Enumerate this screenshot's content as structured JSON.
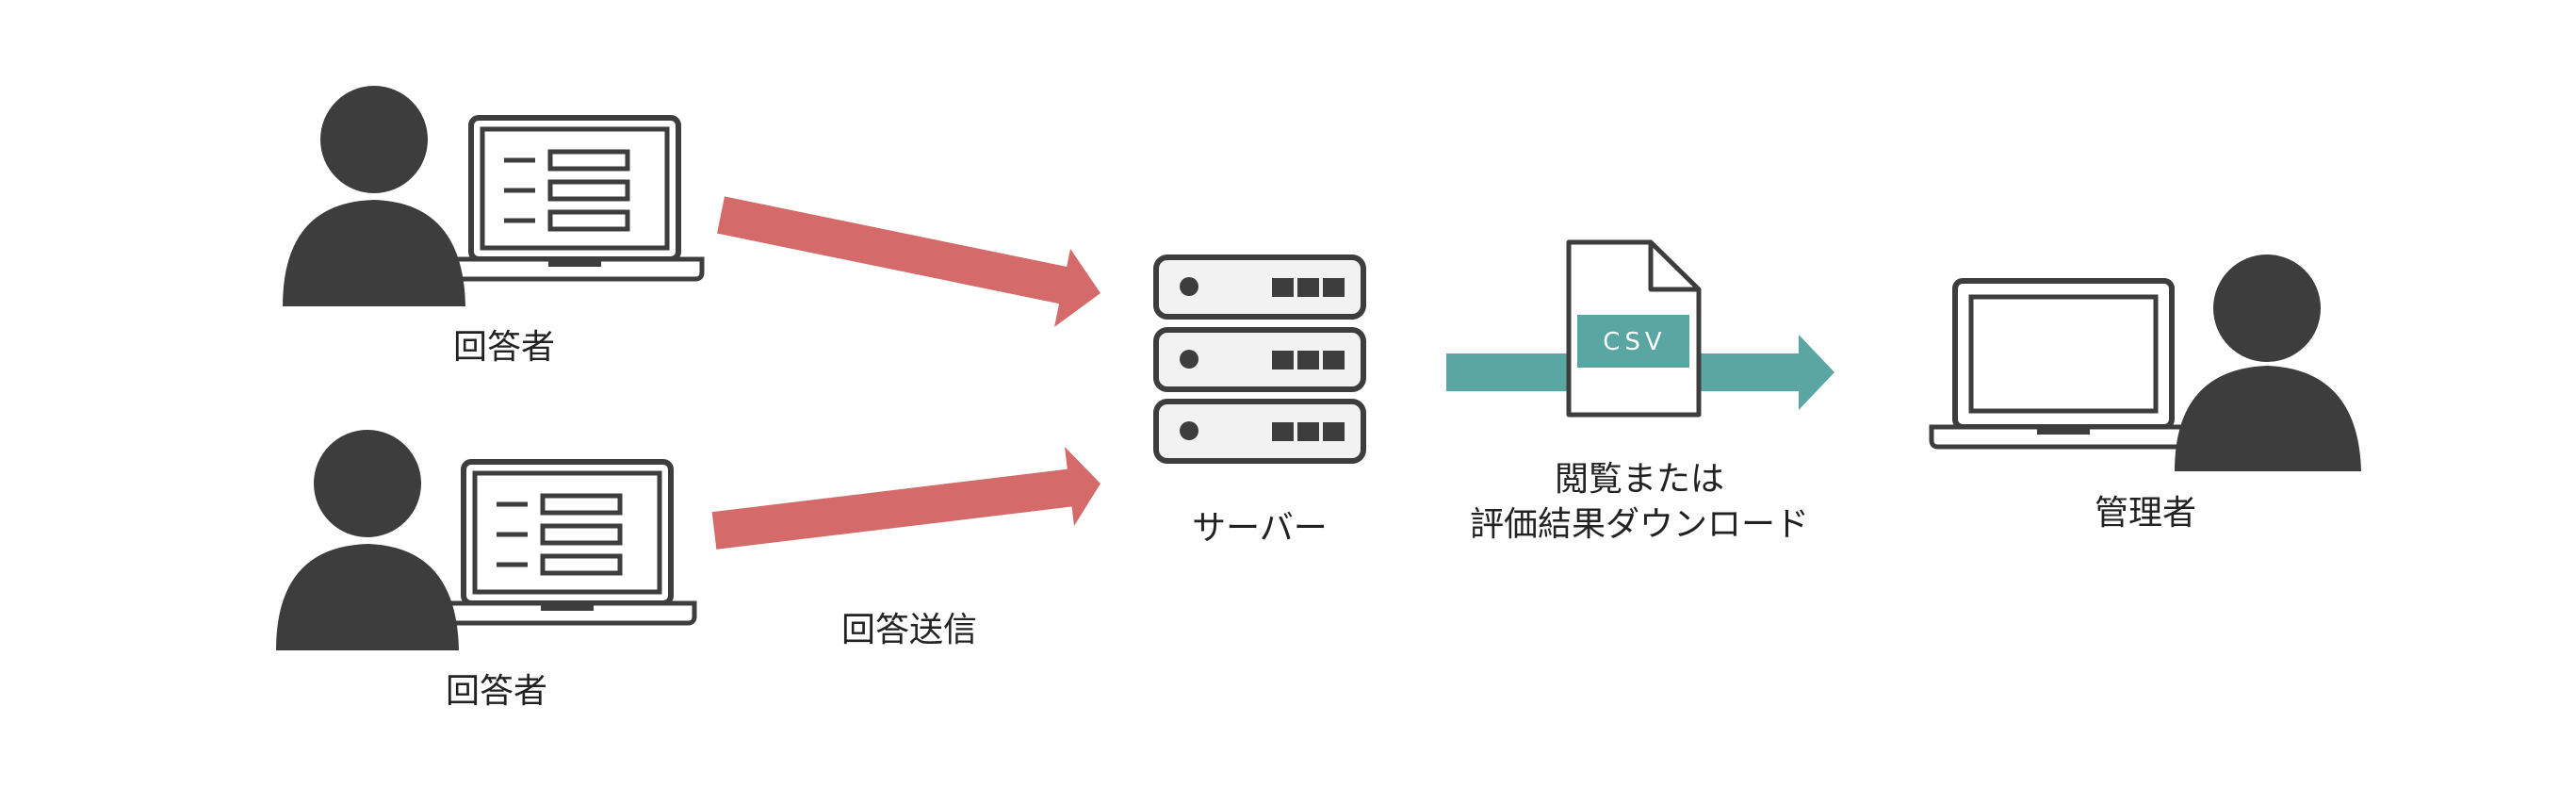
{
  "labels": {
    "respondent_top": "回答者",
    "respondent_bottom": "回答者",
    "submit": "回答送信",
    "server": "サーバー",
    "download_line1": "閲覧または",
    "download_line2": "評価結果ダウンロード",
    "admin": "管理者",
    "file_type": "CSV"
  },
  "colors": {
    "dark": "#3d3d3d",
    "submit_arrow": "#d46a69",
    "download_arrow": "#5aa6a3",
    "csv_badge": "#5aa6a3",
    "server_fill": "#f2f2f2"
  },
  "icons": [
    "person-icon",
    "laptop-icon",
    "form-icon",
    "server-icon",
    "file-icon"
  ]
}
